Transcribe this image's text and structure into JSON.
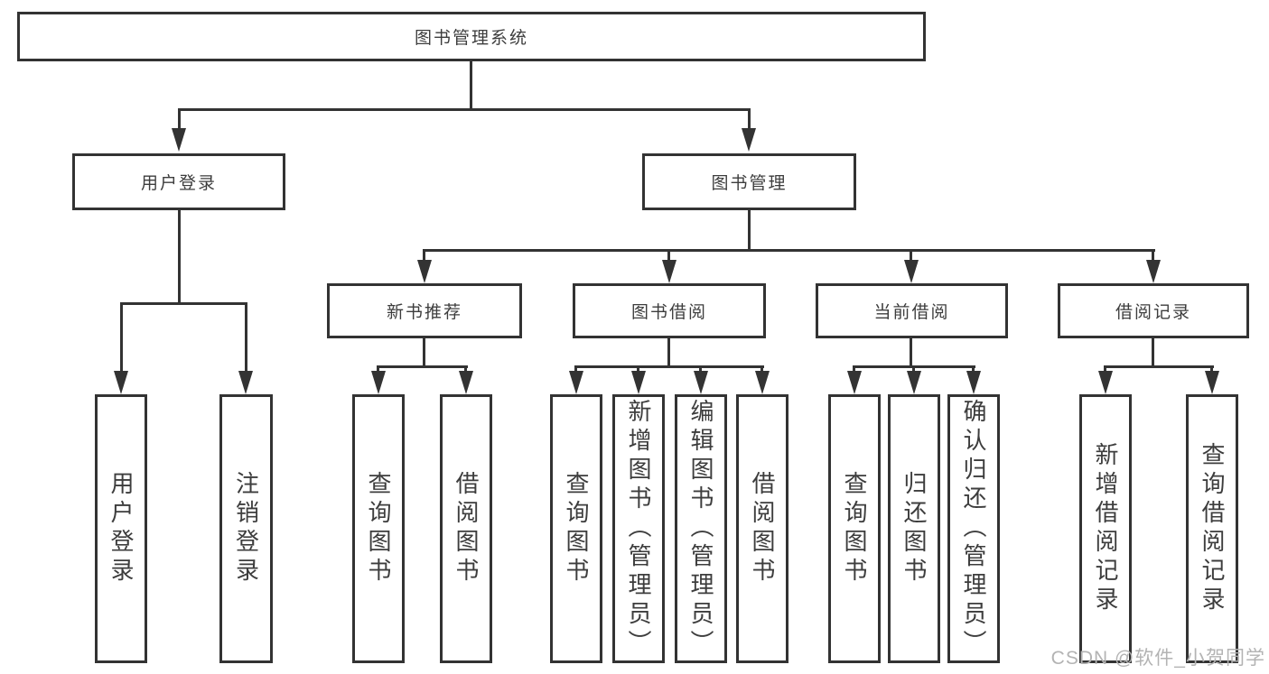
{
  "tree": {
    "root": {
      "label": "图书管理系统",
      "children": [
        {
          "label": "用户登录",
          "children": [
            {
              "label": "用户登录"
            },
            {
              "label": "注销登录"
            }
          ]
        },
        {
          "label": "图书管理",
          "children": [
            {
              "label": "新书推荐",
              "children": [
                {
                  "label": "查询图书"
                },
                {
                  "label": "借阅图书"
                }
              ]
            },
            {
              "label": "图书借阅",
              "children": [
                {
                  "label": "查询图书"
                },
                {
                  "label": "新增图书（管理员）"
                },
                {
                  "label": "编辑图书（管理员）"
                },
                {
                  "label": "借阅图书"
                }
              ]
            },
            {
              "label": "当前借阅",
              "children": [
                {
                  "label": "查询图书"
                },
                {
                  "label": "归还图书"
                },
                {
                  "label": "确认归还（管理员）"
                }
              ]
            },
            {
              "label": "借阅记录",
              "children": [
                {
                  "label": "新增借阅记录"
                },
                {
                  "label": "查询借阅记录"
                }
              ]
            }
          ]
        }
      ]
    }
  },
  "watermark": {
    "text": "CSDN @软件_小贺同学"
  },
  "colors": {
    "line": "#333333",
    "text": "#3d3d3d",
    "watermark": "#b3b3b3",
    "bg": "#ffffff"
  }
}
